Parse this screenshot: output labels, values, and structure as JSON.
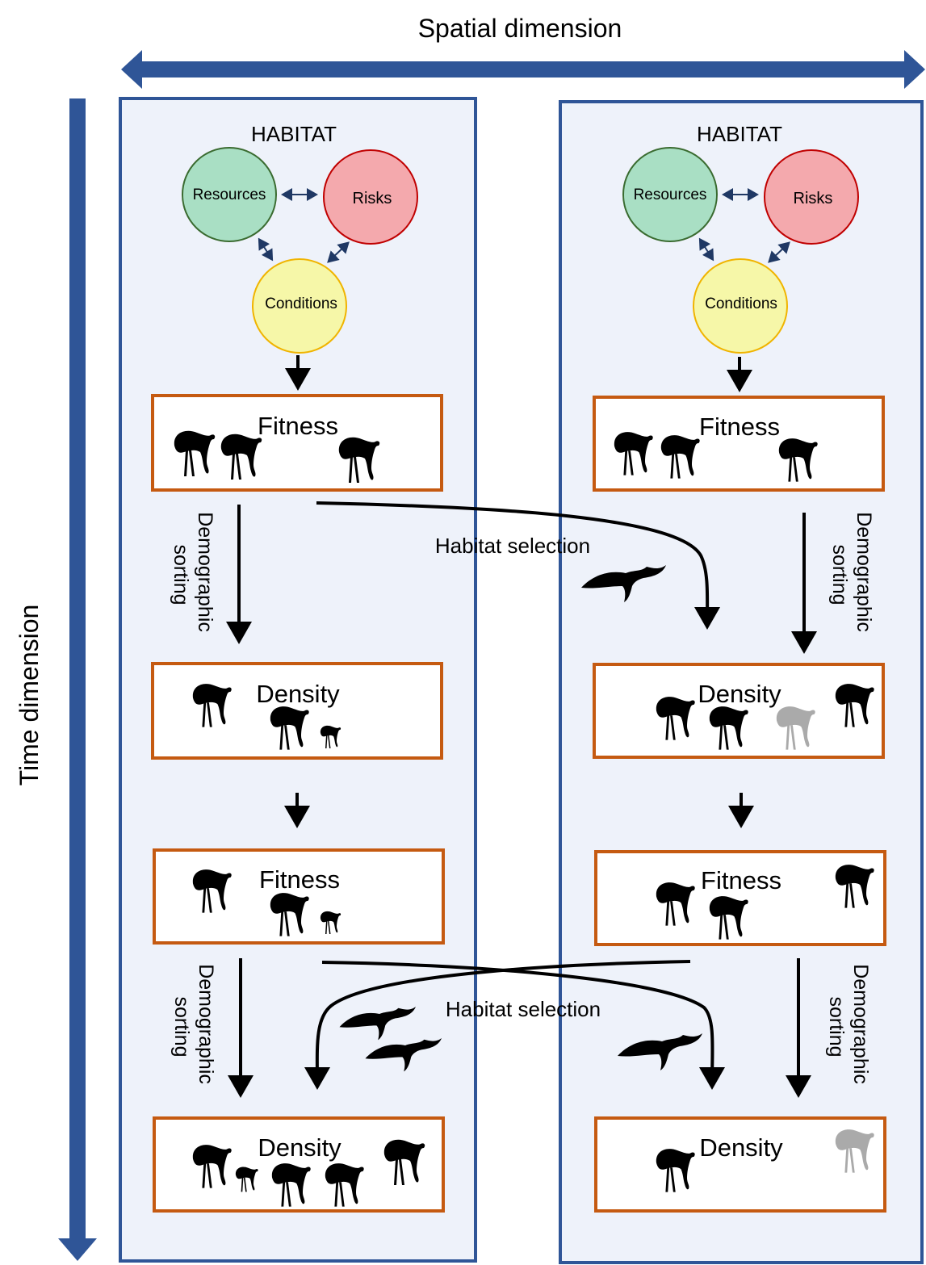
{
  "axes": {
    "spatial_label": "Spatial dimension",
    "time_label": "Time dimension"
  },
  "habitat": {
    "title": "HABITAT",
    "resources": "Resources",
    "risks": "Risks",
    "conditions": "Conditions"
  },
  "stages": {
    "fitness": "Fitness",
    "density": "Density"
  },
  "processes": {
    "demographic_sorting_line1": "Demographic",
    "demographic_sorting_line2": "sorting",
    "habitat_selection": "Habitat selection"
  },
  "colors": {
    "axis_blue": "#2f5597",
    "panel_fill": "#eef2fa",
    "box_orange": "#c55a11",
    "resources_fill": "#a9dfc4",
    "resources_stroke": "#3a6b30",
    "risks_fill": "#f4a9ad",
    "risks_stroke": "#c00000",
    "conditions_fill": "#f6f7a8",
    "conditions_stroke": "#f0b400",
    "bird_dark": "#000000",
    "bird_faded": "#aaaaaa",
    "double_arrow": "#1f3864"
  }
}
